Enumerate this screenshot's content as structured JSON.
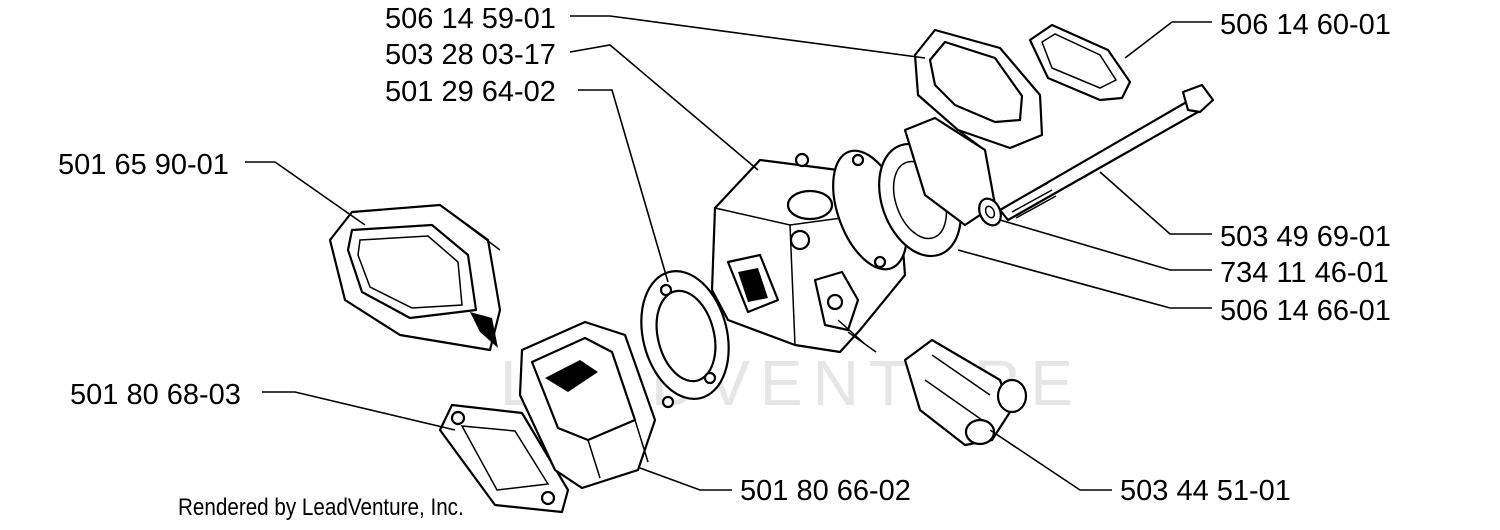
{
  "parts": [
    {
      "id": "p1",
      "number": "506 14 59-01"
    },
    {
      "id": "p2",
      "number": "503 28 03-17"
    },
    {
      "id": "p3",
      "number": "501 29 64-02"
    },
    {
      "id": "p4",
      "number": "501 65 90-01"
    },
    {
      "id": "p5",
      "number": "501 80 68-03"
    },
    {
      "id": "p6",
      "number": "506 14 60-01"
    },
    {
      "id": "p7",
      "number": "503 49 69-01"
    },
    {
      "id": "p8",
      "number": "734 11 46-01"
    },
    {
      "id": "p9",
      "number": "506 14 66-01"
    },
    {
      "id": "p10",
      "number": "501 80 66-02"
    },
    {
      "id": "p11",
      "number": "503 44 51-01"
    }
  ],
  "watermark": "LEADVENTURE",
  "credit": "Rendered by LeadVenture, Inc."
}
